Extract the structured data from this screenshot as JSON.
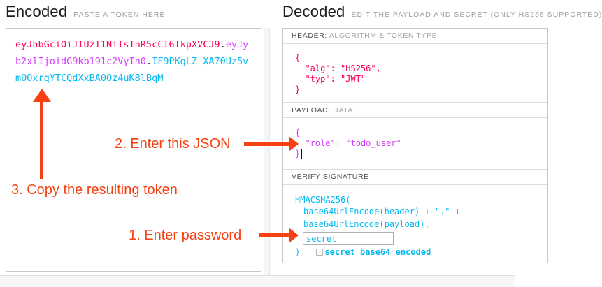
{
  "encoded": {
    "title": "Encoded",
    "subtitle": "PASTE A TOKEN HERE",
    "token": {
      "header_segment": "eyJhbGciOiJIUzI1NiIsInR5cCI6IkpXVCJ9",
      "dot1": ".",
      "payload_segment": "eyJyb2xlIjoidG9kb191c2VyIn0",
      "dot2": ".",
      "signature_segment": "IF9PKgLZ_XA70Uz5vm0OxrqYTCQdXxBA0Oz4uK8lBqM"
    }
  },
  "decoded": {
    "title": "Decoded",
    "subtitle": "EDIT THE PAYLOAD AND SECRET (ONLY HS256 SUPPORTED)",
    "header_section": {
      "label": "HEADER:",
      "label_suffix": " ALGORITHM & TOKEN TYPE",
      "json_lines": [
        "{",
        "  \"alg\": \"HS256\",",
        "  \"typ\": \"JWT\"",
        "}"
      ]
    },
    "payload_section": {
      "label": "PAYLOAD:",
      "label_suffix": " DATA",
      "json_lines": [
        "{",
        "  \"role\": \"todo_user\"",
        "}"
      ]
    },
    "signature_section": {
      "label": "VERIFY SIGNATURE",
      "code_line1": "HMACSHA256(",
      "code_line2": "base64UrlEncode(header) + \".\" +",
      "code_line3": "base64UrlEncode(payload),",
      "secret_value": "secret",
      "code_close": ") ",
      "checkbox_label": "secret base64 encoded"
    }
  },
  "annotations": {
    "step1": "1. Enter password",
    "step2": "2. Enter this JSON",
    "step3": "3. Copy the resulting token"
  },
  "colors": {
    "token_header": "#fb015b",
    "token_payload": "#d63aff",
    "token_signature": "#00b9f1",
    "annotation": "#f74113"
  }
}
